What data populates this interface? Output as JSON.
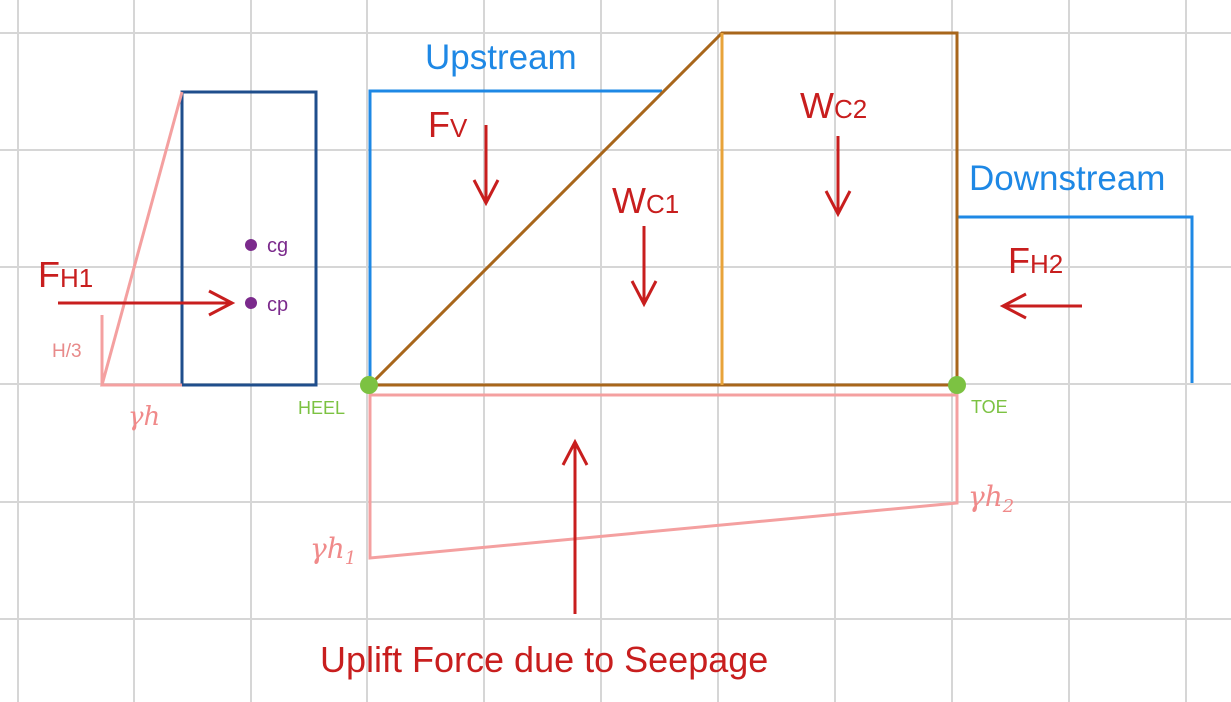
{
  "labels": {
    "upstream": "Upstream",
    "downstream": "Downstream",
    "fv_main": "F",
    "fv_sub": "V",
    "wc1_main": "W",
    "wc1_sub": "C1",
    "wc2_main": "W",
    "wc2_sub": "C2",
    "fh1_main": "F",
    "fh1_sub": "H1",
    "fh2_main": "F",
    "fh2_sub": "H2",
    "cg": "cg",
    "cp": "cp",
    "h_over_3": "H/3",
    "gamma_h": "γh",
    "gamma_h1_main": "γh",
    "gamma_h1_sub": "1",
    "gamma_h2_main": "γh",
    "gamma_h2_sub": "2",
    "heel": "HEEL",
    "toe": "TOE",
    "uplift": "Uplift Force due to Seepage"
  },
  "colors": {
    "grid": "#d6d6d6",
    "water": "#1e88e5",
    "dam": "#a8661b",
    "dam_divider": "#e8a33a",
    "force": "#c81e1e",
    "pressure": "#f4a0a0",
    "plate": "#1f4e8c",
    "point": "#7b2a8c",
    "support": "#7cc242"
  }
}
